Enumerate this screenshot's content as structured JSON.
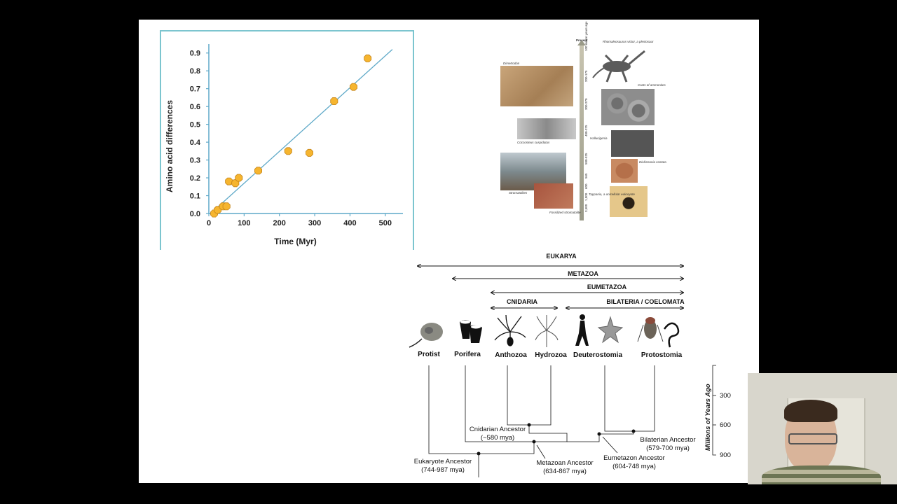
{
  "chart_data": {
    "type": "scatter",
    "xlabel": "Time (Myr)",
    "ylabel": "Amino acid differences",
    "xlim": [
      0,
      550
    ],
    "ylim": [
      0,
      0.95
    ],
    "x_ticks": [
      "0",
      "100",
      "200",
      "300",
      "400",
      "500"
    ],
    "y_ticks": [
      "0.0",
      "0.1",
      "0.2",
      "0.3",
      "0.4",
      "0.5",
      "0.6",
      "0.7",
      "0.8",
      "0.9"
    ],
    "points": [
      {
        "x": 15,
        "y": 0.0
      },
      {
        "x": 25,
        "y": 0.02
      },
      {
        "x": 40,
        "y": 0.04
      },
      {
        "x": 50,
        "y": 0.04
      },
      {
        "x": 57,
        "y": 0.18
      },
      {
        "x": 75,
        "y": 0.17
      },
      {
        "x": 85,
        "y": 0.2
      },
      {
        "x": 140,
        "y": 0.24
      },
      {
        "x": 225,
        "y": 0.35
      },
      {
        "x": 285,
        "y": 0.34
      },
      {
        "x": 355,
        "y": 0.63
      },
      {
        "x": 410,
        "y": 0.71
      },
      {
        "x": 450,
        "y": 0.87
      }
    ],
    "trendline": {
      "x": [
        5,
        520
      ],
      "y": [
        0.0,
        0.92
      ]
    },
    "point_color": "#f6b52f",
    "line_color": "#5fa9c8"
  },
  "timeline": {
    "header": "Present",
    "captions": [
      "Rhomaleosaurus victor, a plesiosaur",
      "Dimetrodon",
      "Casts of ammonites",
      "Coccosteus cuspidatus",
      "Hallucigenia",
      "Dickinsonia costata",
      "Stromatolites",
      "Tappania, a unicellular eukaryote",
      "Fossilized stromatolite"
    ],
    "ages": [
      "100 million years ago",
      "200-175",
      "300-270",
      "400-375",
      "500-525",
      "565",
      "600",
      "1,500",
      "3,500"
    ]
  },
  "tree": {
    "clades": {
      "eukarya": "EUKARYA",
      "metazoa": "METAZOA",
      "eumetazoa": "EUMETAZOA",
      "cnidaria": "CNIDARIA",
      "bilateria": "BILATERIA / COELOMATA"
    },
    "taxa": {
      "protist": "Protist",
      "porifera": "Porifera",
      "anthozoa": "Anthozoa",
      "hydrozoa": "Hydrozoa",
      "deuterostomia": "Deuterostomia",
      "protostomia": "Protostomia"
    },
    "ancestors": {
      "cnidarian": [
        "Cnidarian Ancestor",
        "(~580 mya)"
      ],
      "bilaterian": [
        "Bilaterian Ancestor",
        "(579-700 mya)"
      ],
      "eukaryote": [
        "Eukaryote Ancestor",
        "(744-987 mya)"
      ],
      "metazoan": [
        "Metazoan Ancestor",
        "(634-867 mya)"
      ],
      "eumetazoan": [
        "Eumetazon Ancestor",
        "(604-748 mya)"
      ]
    },
    "scale": {
      "label": "Millions of Years Ago",
      "ticks": [
        "300",
        "600",
        "900"
      ]
    }
  }
}
